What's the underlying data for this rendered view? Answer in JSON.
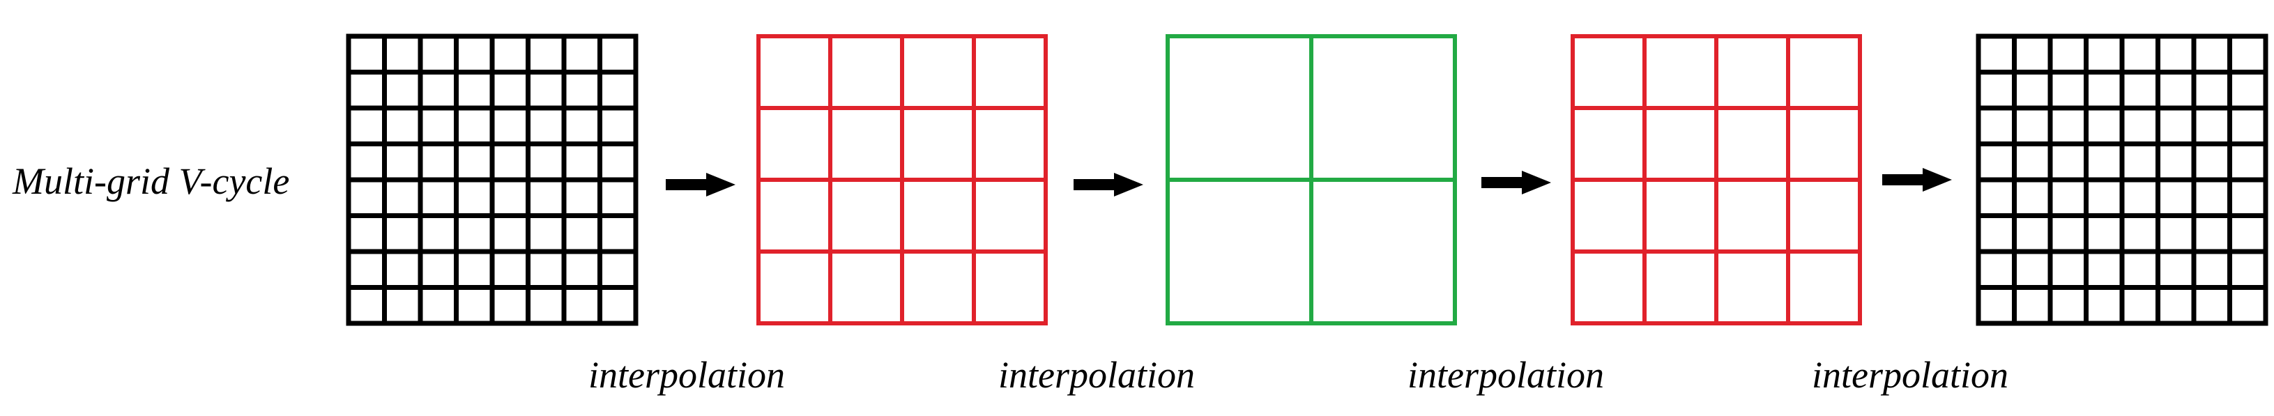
{
  "title": "Multi-grid V-cycle",
  "colors": {
    "fine": "#000000",
    "medium": "#e0222b",
    "coarse": "#22aa44"
  },
  "grids": [
    {
      "cells": 8,
      "color": "fine"
    },
    {
      "cells": 4,
      "color": "medium"
    },
    {
      "cells": 2,
      "color": "coarse"
    },
    {
      "cells": 4,
      "color": "medium"
    },
    {
      "cells": 8,
      "color": "fine"
    }
  ],
  "transitions": [
    {
      "label": "interpolation"
    },
    {
      "label": "interpolation"
    },
    {
      "label": "interpolation"
    },
    {
      "label": "interpolation"
    }
  ]
}
